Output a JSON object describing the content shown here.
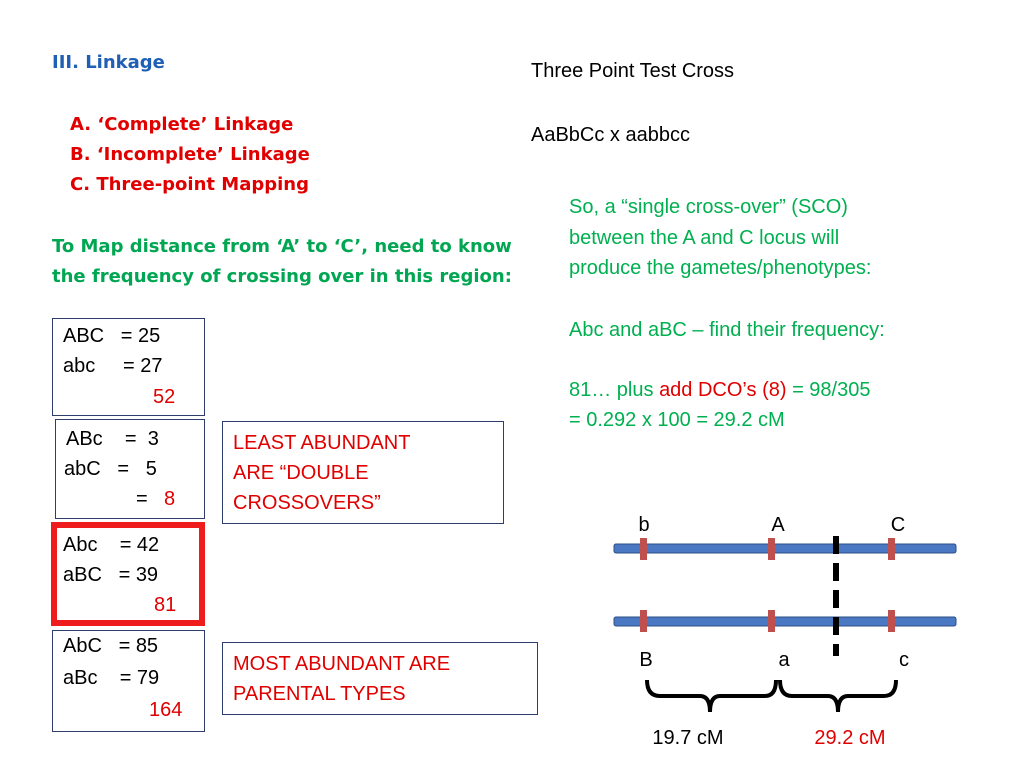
{
  "outline": {
    "section": "III. Linkage",
    "items": [
      "A. ‘Complete’ Linkage",
      "B. ‘Incomplete’ Linkage",
      "C. Three-point Mapping"
    ],
    "prompt_line1": "To Map distance from ‘A’ to ‘C’, need to know",
    "prompt_line2": "the frequency of crossing over in this region:"
  },
  "cross": {
    "title": "Three Point Test Cross",
    "equation": "AaBbCc   x   aabbcc"
  },
  "explanation": {
    "line1": "So, a “single cross-over” (SCO)",
    "line2": "between the A and C locus will",
    "line3": "produce the gametes/phenotypes:",
    "line4": "Abc and aBC – find their frequency:",
    "line5_pre": "81… plus ",
    "line5_red": "add DCO’s (8)",
    "line5_post": " = 98/305",
    "line6": " = 0.292 x 100 = 29.2 cM"
  },
  "classes": [
    {
      "row1": "ABC   = 25",
      "row2": "abc     = 27",
      "sum": "52"
    },
    {
      "row1": "ABc    =  3",
      "row2": "abC   =   5",
      "sum_prefix": "=",
      "sum": "8"
    },
    {
      "row1": "Abc    = 42",
      "row2": "aBC   = 39",
      "sum": "81"
    },
    {
      "row1": "AbC   = 85",
      "row2": "aBc    = 79",
      "sum": "164"
    }
  ],
  "notes": {
    "least": [
      "LEAST ABUNDANT",
      "ARE “DOUBLE",
      "CROSSOVERS”"
    ],
    "most": [
      "MOST ABUNDANT ARE",
      "PARENTAL TYPES"
    ]
  },
  "map": {
    "top_labels": [
      "b",
      "A",
      "C"
    ],
    "bottom_labels": [
      "B",
      "a",
      "c"
    ],
    "distance_left": "19.7 cM",
    "distance_right": "29.2 cM",
    "chromosome_color": "#4a78c2",
    "locus_color": "#c0504d"
  }
}
